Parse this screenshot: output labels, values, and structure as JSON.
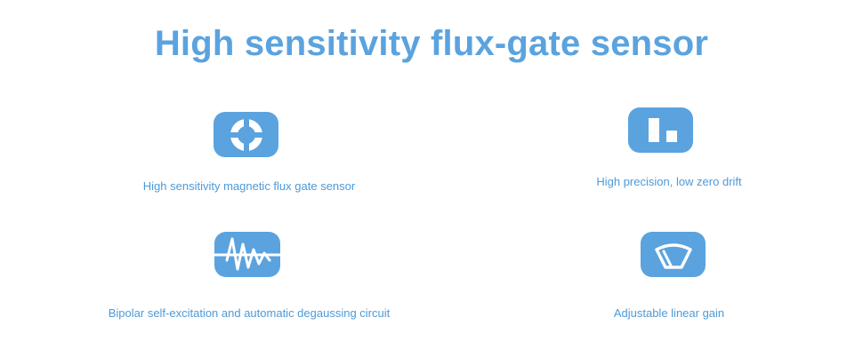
{
  "page": {
    "title": "High sensitivity flux-gate sensor"
  },
  "features": [
    {
      "label": "High sensitivity magnetic flux gate sensor",
      "icon": "lifebuoy-icon"
    },
    {
      "label": "High precision, low zero drift",
      "icon": "bar-blocks-icon"
    },
    {
      "label": "Bipolar self-excitation and automatic degaussing circuit",
      "icon": "waveform-icon"
    },
    {
      "label": "Adjustable linear gain",
      "icon": "wiper-gauge-icon"
    }
  ],
  "colors": {
    "accent": "#5aa3df",
    "text": "#4d9ad9",
    "background": "#ffffff"
  }
}
